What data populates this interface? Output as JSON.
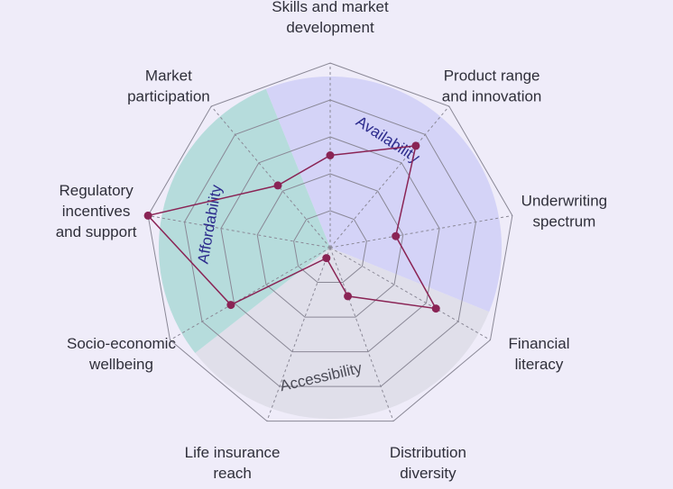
{
  "chart_data": {
    "type": "radar",
    "title": "",
    "rmax": 5,
    "grid_levels": 5,
    "axes": [
      {
        "label_lines": [
          "Skills and market",
          "development"
        ],
        "value": 2.5
      },
      {
        "label_lines": [
          "Product range",
          "and innovation"
        ],
        "value": 3.6
      },
      {
        "label_lines": [
          "Underwriting",
          "spectrum"
        ],
        "value": 1.8
      },
      {
        "label_lines": [
          "Financial",
          "literacy"
        ],
        "value": 3.3
      },
      {
        "label_lines": [
          "Distribution",
          "diversity"
        ],
        "value": 1.4
      },
      {
        "label_lines": [
          "Life insurance",
          "reach"
        ],
        "value": 0.3
      },
      {
        "label_lines": [
          "Socio-economic",
          "wellbeing"
        ],
        "value": 3.1
      },
      {
        "label_lines": [
          "Regulatory",
          "incentives",
          "and support"
        ],
        "value": 5.0
      },
      {
        "label_lines": [
          "Market",
          "participation"
        ],
        "value": 2.2
      }
    ],
    "sectors": [
      {
        "name": "Availability",
        "color": "#d4d3f7",
        "text_color": "#2b2a8c"
      },
      {
        "name": "Accessibility",
        "color": "#e0dfea",
        "text_color": "#4a4a55"
      },
      {
        "name": "Affordability",
        "color": "#b6dcdc",
        "text_color": "#2b2a8c"
      }
    ],
    "series_color": "#8a2455",
    "grid_color": "#8a8896"
  }
}
